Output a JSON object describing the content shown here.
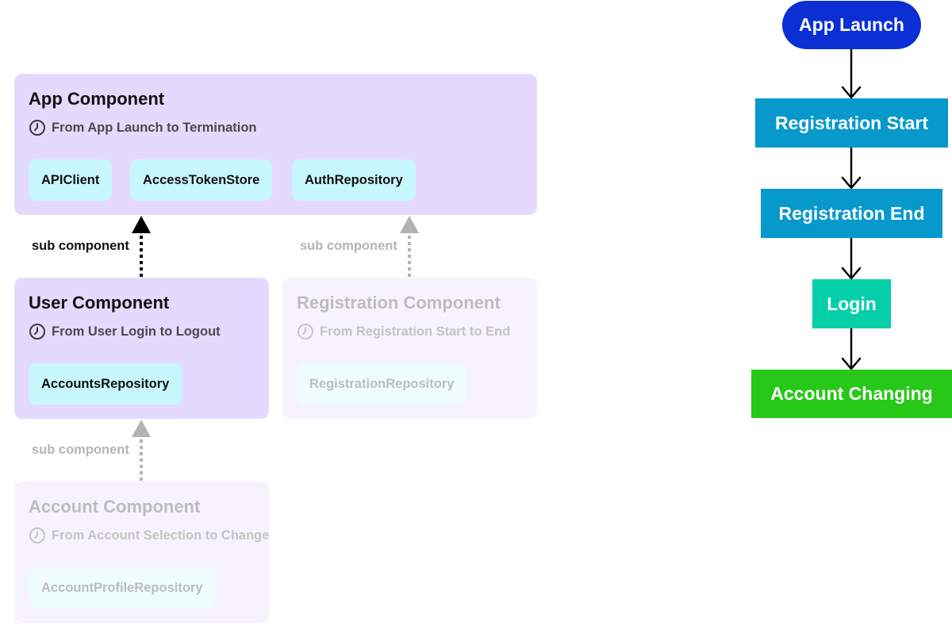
{
  "components": {
    "app": {
      "title": "App Component",
      "scope": "From App Launch to Termination",
      "items": [
        "APIClient",
        "AccessTokenStore",
        "AuthRepository"
      ]
    },
    "user": {
      "title": "User Component",
      "scope": "From User Login to Logout",
      "items": [
        "AccountsRepository"
      ]
    },
    "registration": {
      "title": "Registration Component",
      "scope": "From Registration Start to End",
      "items": [
        "RegistrationRepository"
      ]
    },
    "account": {
      "title": "Account Component",
      "scope": "From Account Selection to Change",
      "items": [
        "AccountProfileRepository"
      ]
    }
  },
  "links": {
    "user_to_app": "sub component",
    "registration_to_app": "sub component",
    "account_to_user": "sub component"
  },
  "flow": {
    "steps": [
      "App Launch",
      "Registration Start",
      "Registration End",
      "Login",
      "Account Changing"
    ]
  },
  "colors": {
    "component_active": "#e4dafd",
    "component_faded": "#f6f3fe",
    "pill_active": "#c8f6fd",
    "pill_faded": "#eefcfe",
    "flow_app_launch": "#0c2fd4",
    "flow_registration": "#0798cc",
    "flow_login": "#04cfa8",
    "flow_account_changing": "#27c818"
  }
}
